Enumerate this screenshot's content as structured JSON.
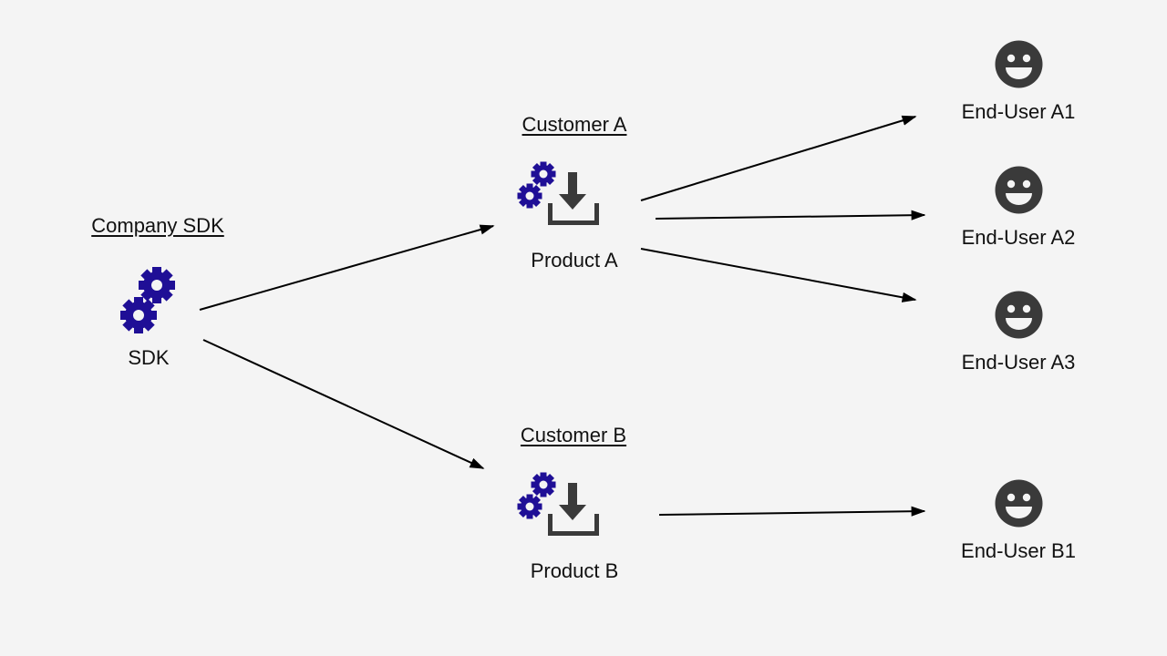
{
  "colors": {
    "background": "#f4f4f4",
    "gear": "#1f0f96",
    "dark_icon": "#3a3a3a",
    "arrow": "#000000"
  },
  "icons": {
    "sdk": "gears-icon",
    "product": "gears-download-icon",
    "end_user": "smiley-face-icon"
  },
  "sdk_group": {
    "title": "Company SDK",
    "label": "SDK"
  },
  "customers": [
    {
      "title": "Customer A",
      "product": "Product A"
    },
    {
      "title": "Customer B",
      "product": "Product B"
    }
  ],
  "end_users": [
    {
      "label": "End-User A1"
    },
    {
      "label": "End-User A2"
    },
    {
      "label": "End-User A3"
    },
    {
      "label": "End-User B1"
    }
  ],
  "connections": [
    {
      "from": "SDK",
      "to": "Product A"
    },
    {
      "from": "SDK",
      "to": "Product B"
    },
    {
      "from": "Product A",
      "to": "End-User A1"
    },
    {
      "from": "Product A",
      "to": "End-User A2"
    },
    {
      "from": "Product A",
      "to": "End-User A3"
    },
    {
      "from": "Product B",
      "to": "End-User B1"
    }
  ]
}
